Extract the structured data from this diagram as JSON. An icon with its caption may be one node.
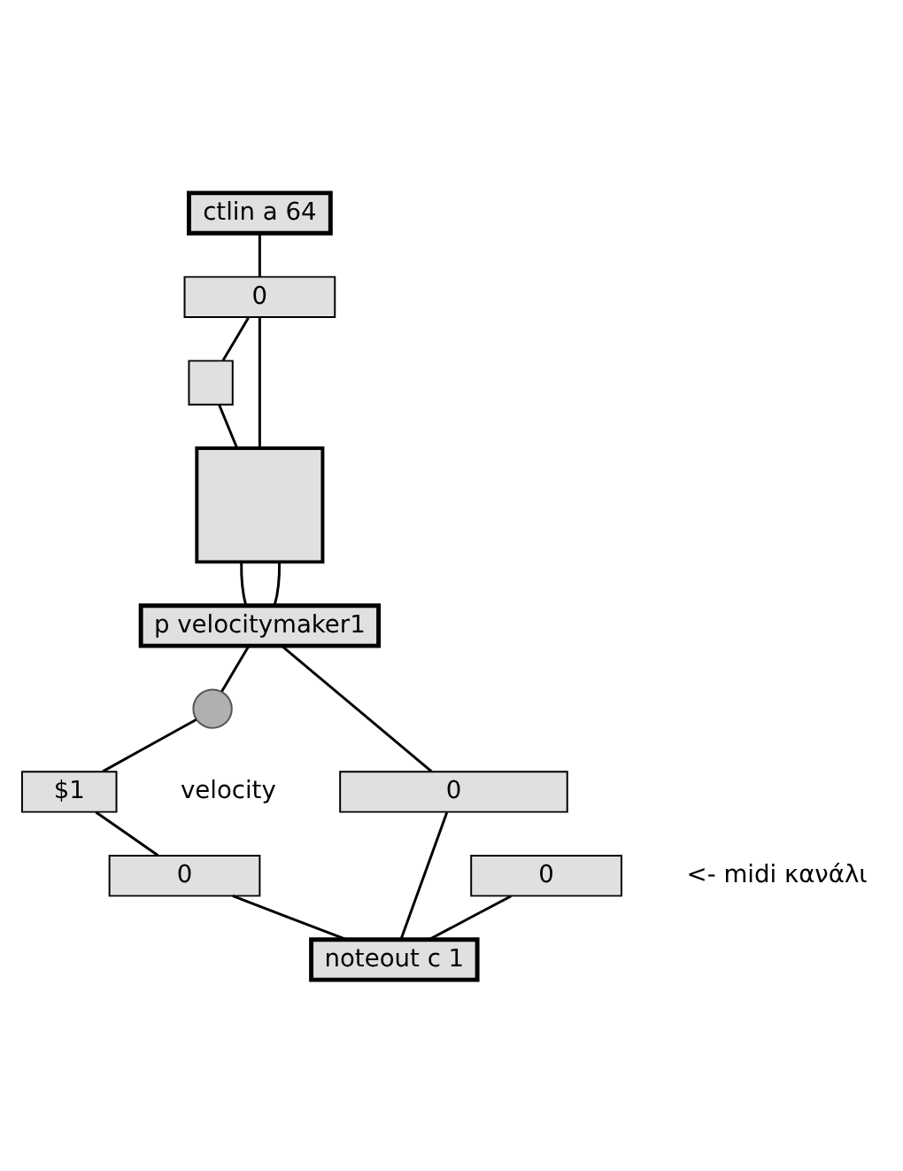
{
  "diagram": {
    "nodes": [
      {
        "text": [
          "ctlin a 64"
        ]
      },
      {
        "text": [
          "0"
        ]
      },
      {
        "text": [],
        "shape": "box"
      },
      {
        "text": [],
        "shape": "box"
      },
      {
        "text": [
          "p velocitymaker1"
        ]
      },
      {
        "text": [],
        "shape": "circle"
      },
      {
        "text": [
          "$1"
        ]
      },
      {
        "text": [
          "0"
        ]
      },
      {
        "text": [
          "0"
        ]
      },
      {
        "text": [
          "0"
        ]
      },
      {
        "text": [
          "noteout c 1"
        ]
      }
    ],
    "edges": [
      {
        "from": 0,
        "to": 1,
        "arrow": "none"
      },
      {
        "from": 1,
        "to": 2,
        "arrow": "none"
      },
      {
        "from": 1,
        "to": 3,
        "arrow": "none"
      },
      {
        "from": 2,
        "to": 3,
        "arrow": "none"
      },
      {
        "from": 3,
        "to": 4,
        "arrow": "none"
      },
      {
        "from": 3,
        "to": 4,
        "arrow": "none"
      },
      {
        "from": 4,
        "to": 5,
        "arrow": "none"
      },
      {
        "from": 4,
        "to": 8,
        "arrow": "none"
      },
      {
        "from": 5,
        "to": 6,
        "arrow": "none"
      },
      {
        "from": 6,
        "to": 7,
        "arrow": "none"
      },
      {
        "from": 7,
        "to": 10,
        "arrow": "none"
      },
      {
        "from": 8,
        "to": 10,
        "arrow": "none"
      },
      {
        "from": 9,
        "to": 10,
        "arrow": "none"
      }
    ],
    "labels": [
      "velocity",
      "<- midi κανάλι"
    ]
  }
}
